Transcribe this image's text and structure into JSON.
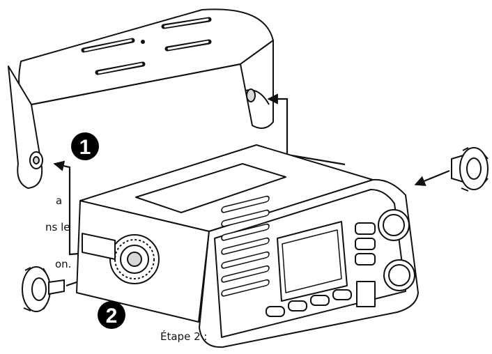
{
  "text_fragments": {
    "line_1": "a",
    "line_2": "ns le",
    "line_3": "on."
  },
  "step_markers": {
    "first": "1",
    "second": "2"
  },
  "caption": "Étape 2 :",
  "colors": {
    "outline": "#111111",
    "body_fill": "#ffffff",
    "shade": "#d9d9d9",
    "marker_fill": "#000000"
  },
  "icons": [
    "mounting-bracket",
    "radio-unit",
    "knob-left",
    "knob-right",
    "arrow"
  ]
}
